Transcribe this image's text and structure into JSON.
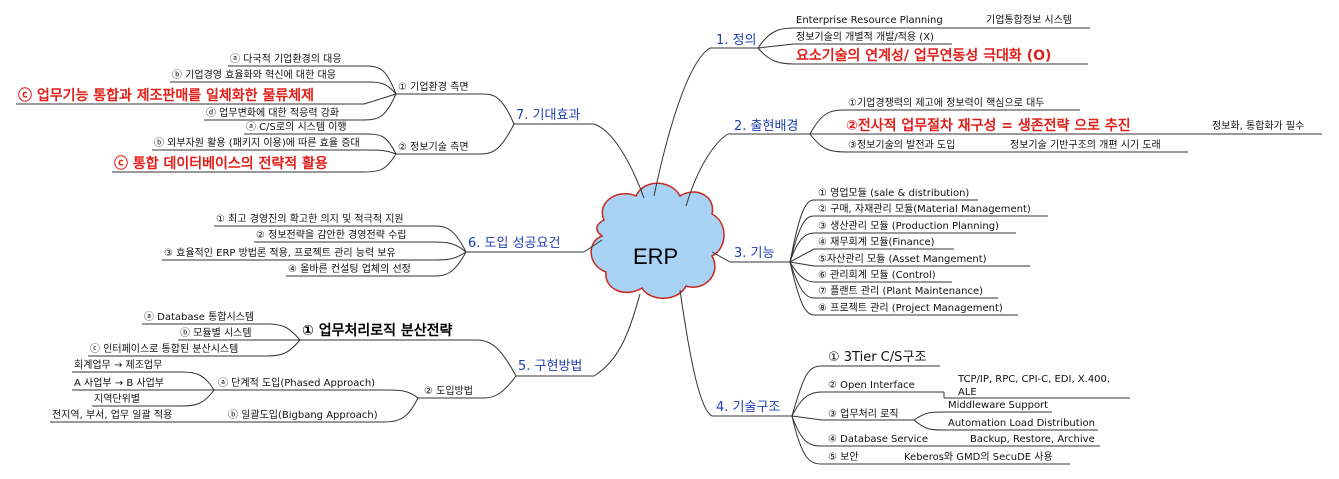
{
  "center": "ERP",
  "b1": {
    "title": "1. 정의",
    "n1": "Enterprise Resource Planning",
    "n1a": "기업통합정보 시스템",
    "n2": "정보기술의 개별적 개발/적용 (X)",
    "n3": "요소기술의 연계성/ 업무연동성 극대화 (O)"
  },
  "b2": {
    "title": "2. 출현배경",
    "n1": "①기업경쟁력의 제고에 정보력이 핵심으로 대두",
    "n2": "②전사적 업무절차 재구성 = 생존전략 으로 추진",
    "n2a": "정보화, 통합화가 필수",
    "n3": "③정보기술의 발전과 도입",
    "n3a": "정보기술 기반구조의 개편 시기 도래"
  },
  "b3": {
    "title": "3. 기능",
    "items": [
      "① 영업모듈 (sale & distribution)",
      "② 구매, 자재관리 모듈(Material Management)",
      "③ 생산관리 모듈 (Production Planning)",
      "④ 재무회계 모듈(Finance)",
      "⑤자산관리 모듈 (Asset Mangement)",
      "⑥ 관리회계 모듈 (Control)",
      "⑦ 플랜트 관리 (Plant Maintenance)",
      "⑧ 프로젝트 관리 (Project Management)"
    ]
  },
  "b4": {
    "title": "4. 기술구조",
    "n1": "① 3Tier C/S구조",
    "n2": "② Open Interface",
    "n2a": "TCP/IP, RPC, CPI-C, EDI, X.400,",
    "n2b": "ALE",
    "n3": "③ 업무처리 로직",
    "n3a": "Middleware Support",
    "n3b": "Automation Load Distribution",
    "n4": "④ Database Service",
    "n4a": "Backup, Restore, Archive",
    "n5": "⑤ 보안",
    "n5a": "Keberos와 GMD의 SecuDE 사용"
  },
  "b5": {
    "title": "5. 구현방법",
    "g1": "① 업무처리로직 분산전략",
    "g1a": "ⓐ Database 통합시스템",
    "g1b": "ⓑ 모듈별 시스템",
    "g1c": "ⓒ 인터페이스로 통합된 분산시스템",
    "g2": "② 도입방법",
    "g2a": "ⓐ 단계적 도입(Phased Approach)",
    "g2a1": "회계업무 → 제조업무",
    "g2a2": "A 사업부 → B 사업부",
    "g2a3": "지역단위별",
    "g2b": "ⓑ 일괄도입(Bigbang Approach)",
    "g2b1": "전지역, 부서, 업무 일괄 적용"
  },
  "b6": {
    "title": "6. 도입 성공요건",
    "items": [
      "① 최고 경영진의 확고한 의지 및 적극적 지원",
      "② 정보전략을 감안한 경영전략 수립",
      "③ 효율적인 ERP 방법론 적용, 프로젝트 관리 능력 보유",
      "④ 올바른 컨설팅 업체의 선정"
    ]
  },
  "b7": {
    "title": "7. 기대효과",
    "g1": "① 기업환경 측면",
    "g1a": "ⓐ 다국적 기업환경의 대응",
    "g1b": "ⓑ 기업경영 효율화와 혁신에 대한 대응",
    "g1c": "ⓒ 업무기능 통합과 제조판매를 일체화한 물류체제",
    "g1d": "ⓓ 업무변화에 대한 적응력 강화",
    "g2": "② 정보기술 측면",
    "g2a": "ⓐ C/S로의 시스템 이행",
    "g2b": "ⓑ 외부자원 활용 (패키지 이용)에 따른 효율 증대",
    "g2c": "ⓒ 통합 데이터베이스의 전략적 활용"
  }
}
